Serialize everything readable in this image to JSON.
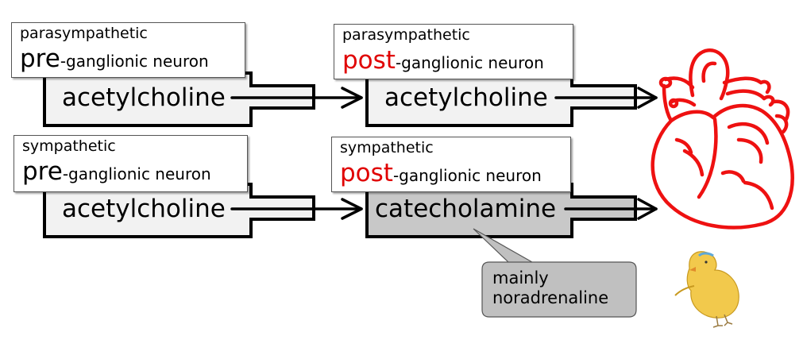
{
  "rows": [
    {
      "pre": {
        "label_top": "parasympathetic",
        "label_emph": "pre",
        "label_rest": "-ganglionic neuron",
        "transmitter": "acetylcholine"
      },
      "post": {
        "label_top": "parasympathetic",
        "label_emph": "post",
        "label_rest": "-ganglionic neuron",
        "transmitter": "acetylcholine"
      }
    },
    {
      "pre": {
        "label_top": "sympathetic",
        "label_emph": "pre",
        "label_rest": "-ganglionic neuron",
        "transmitter": "acetylcholine"
      },
      "post": {
        "label_top": "sympathetic",
        "label_emph": "post",
        "label_rest": "-ganglionic neuron",
        "transmitter": "catecholamine"
      }
    }
  ],
  "callout": {
    "line1": "mainly",
    "line2": "noradrenaline"
  },
  "colors": {
    "emphasis": "#e00000",
    "heart": "#ee1111",
    "neuron_fill": "#f2f2f2",
    "catecholamine_fill": "#c8c8c8",
    "callout_fill": "#c0c0c0",
    "chick": "#f2c94c"
  },
  "icons": {
    "target": "heart-icon",
    "mascot": "chick-icon"
  }
}
